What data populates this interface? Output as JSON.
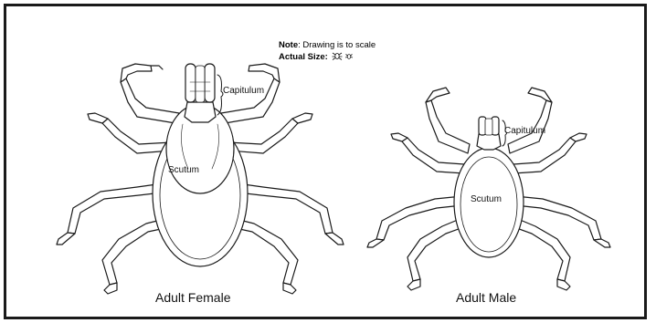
{
  "note": {
    "label": "Note",
    "text": ": Drawing is to scale",
    "actual_size_label": "Actual Size:"
  },
  "female": {
    "caption": "Adult Female",
    "capitulum_label": "Capitulum",
    "scutum_label": "Scutum"
  },
  "male": {
    "caption": "Adult Male",
    "capitulum_label": "Capitulum",
    "scutum_label": "Scutum"
  },
  "colors": {
    "line": "#1a1a1a",
    "fill": "#ffffff"
  }
}
